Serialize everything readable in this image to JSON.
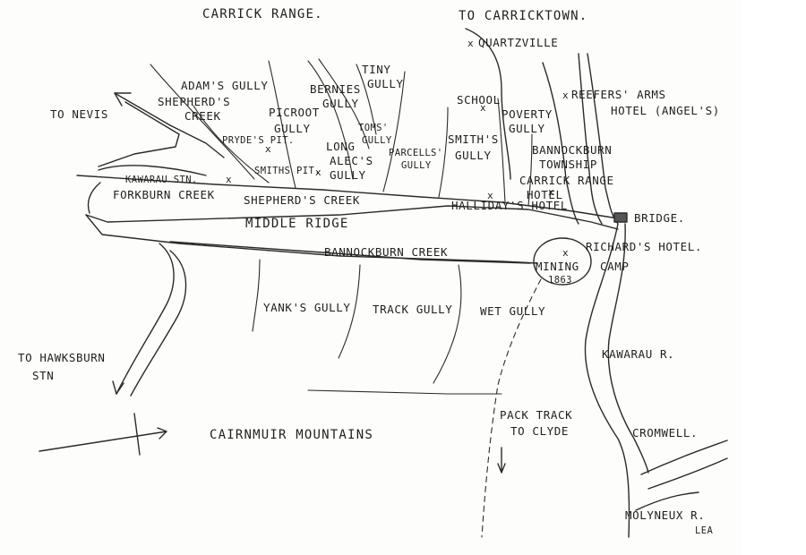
{
  "labels": {
    "carrick_range": "CARRICK RANGE.",
    "to_carricktown": "TO CARRICKTOWN.",
    "quartzville": "QUARTZVILLE",
    "adams_gully": "ADAM'S GULLY",
    "shepherds_creek_1": "SHEPHERD'S",
    "shepherds_creek_2": "CREEK",
    "bernies_gully_1": "BERNIES",
    "bernies_gully_2": "GULLY",
    "tiny_gully_1": "TINY",
    "tiny_gully_2": "GULLY",
    "school": "SCHOOL",
    "reefers_arms_1": "REEFERS' ARMS",
    "reefers_arms_2": "HOTEL (ANGEL'S)",
    "to_nevis": "TO NEVIS",
    "picroot_gully_1": "PICROOT",
    "picroot_gully_2": "GULLY",
    "toms_gully_1": "TOMS'",
    "toms_gully_2": "GULLY",
    "poverty_gully_1": "POVERTY",
    "poverty_gully_2": "GULLY",
    "prydes_pit": "PRYDE'S PIT.",
    "long_alecs_gully_1": "LONG",
    "long_alecs_gully_2": "ALEC'S",
    "long_alecs_gully_3": "GULLY",
    "parcells_gully_1": "PARCELLS'",
    "parcells_gully_2": "GULLY",
    "smiths_gully_1": "SMITH'S",
    "smiths_gully_2": "GULLY",
    "bannockburn_township_1": "BANNOCKBURN",
    "bannockburn_township_2": "TOWNSHIP",
    "smiths_pit": "SMITHS PIT.",
    "kawarau_stn": "KAWARAU STN.",
    "carrick_range_hotel_1": "CARRICK RANGE",
    "carrick_range_hotel_2": "HOTEL",
    "forkburn_creek": "FORKBURN CREEK",
    "shepherds_creek_lower": "SHEPHERD'S CREEK",
    "hallidays_hotel": "HALLIDAY'S HOTEL",
    "bridge": "BRIDGE.",
    "middle_ridge": "MIDDLE RIDGE",
    "richards_hotel": "RICHARD'S HOTEL.",
    "bannockburn_creek": "BANNOCKBURN CREEK",
    "mining_camp_1": "MINING",
    "mining_camp_2": "CAMP",
    "mining_year": "1863",
    "yanks_gully": "YANK'S GULLY",
    "track_gully": "TRACK GULLY",
    "wet_gully": "WET GULLY",
    "to_hawksburn_1": "TO HAWKSBURN",
    "to_hawksburn_2": "STN",
    "kawarau_r": "KAWARAU R.",
    "pack_track_1": "PACK TRACK",
    "pack_track_2": "TO CLYDE",
    "cairnmuir": "CAIRNMUIR MOUNTAINS",
    "cromwell": "CROMWELL.",
    "molyneux": "MOLYNEUX R.",
    "signature": "LEA"
  },
  "markers": {
    "x": "x"
  },
  "colors": {
    "ink": "#2a2a2a",
    "paper": "#fdfdfb"
  }
}
